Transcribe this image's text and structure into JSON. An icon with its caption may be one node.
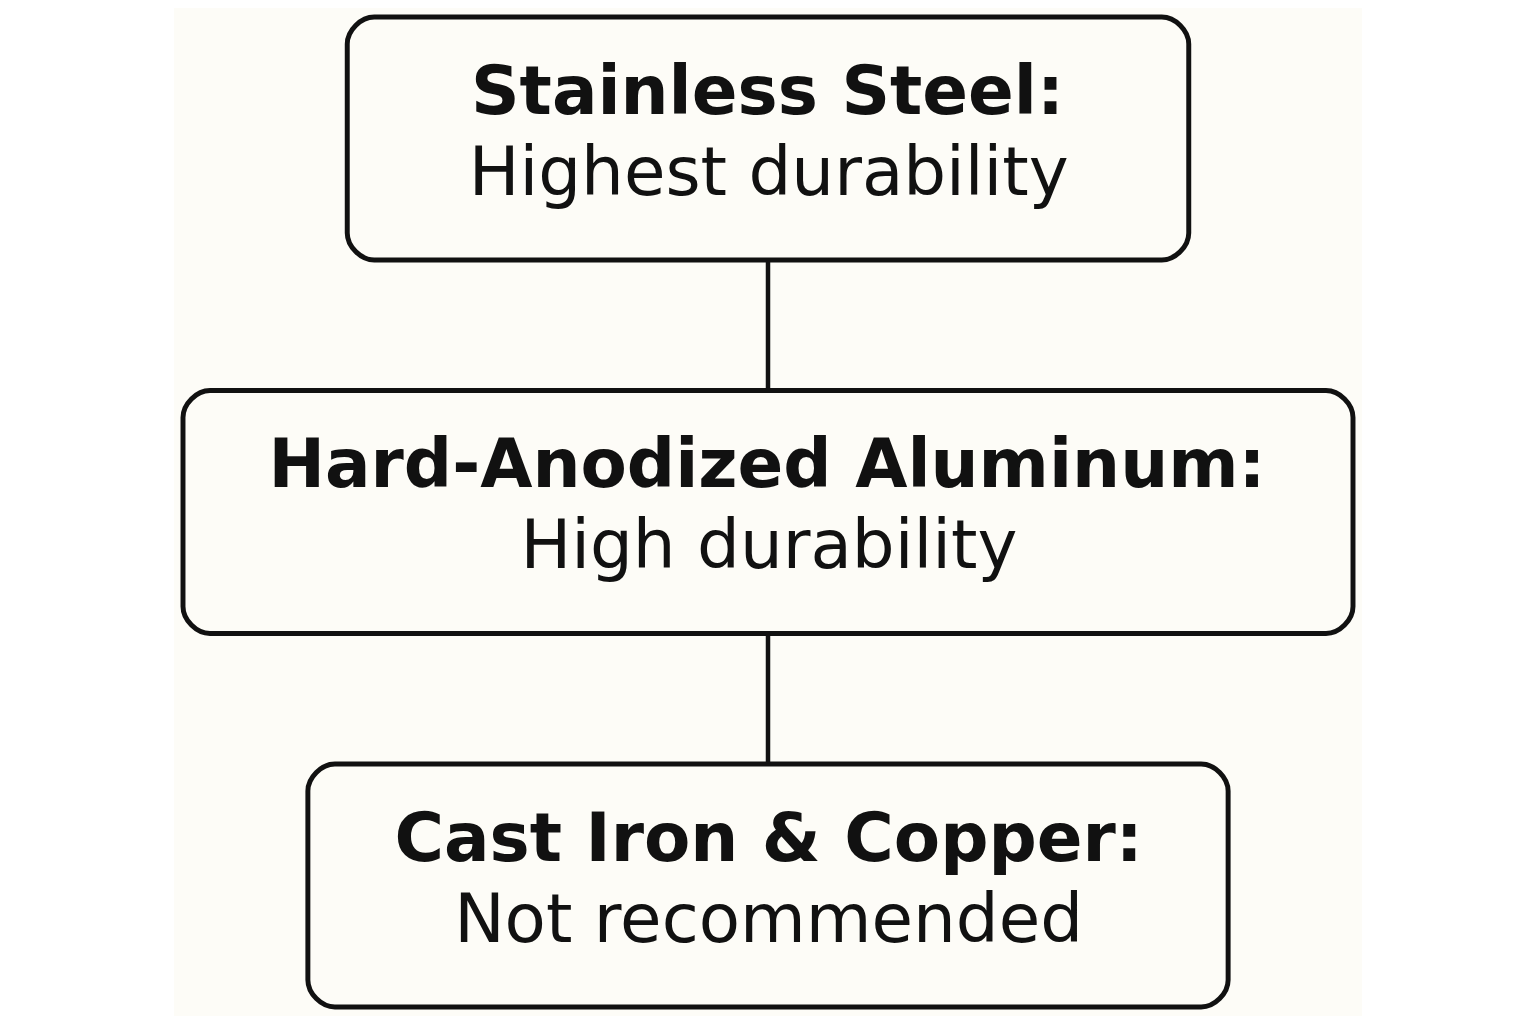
{
  "diagram": {
    "nodes": [
      {
        "text": [
          "Stainless Steel:",
          "Highest durability"
        ]
      },
      {
        "text": [
          "Hard-Anodized Aluminum:",
          "High durability"
        ]
      },
      {
        "text": [
          "Cast Iron & Copper:",
          "Not recommended"
        ]
      }
    ],
    "edges": [
      {
        "from": 0,
        "to": 1,
        "arrow": "none"
      },
      {
        "from": 1,
        "to": 2,
        "arrow": "none"
      }
    ]
  }
}
